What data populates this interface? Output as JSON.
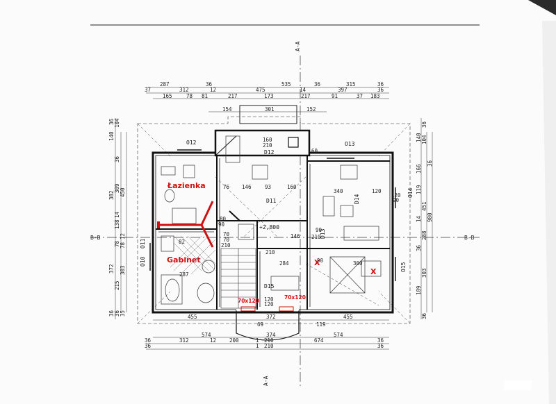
{
  "sections": {
    "aa_top": "A-A",
    "aa_bottom": "A-A",
    "bb_left": "B-B",
    "bb_right": "B-B"
  },
  "rooms": {
    "lazienka": "Łazienka",
    "gabinet": "Gabinet",
    "window_left": "70x120",
    "window_right": "70x120",
    "x_mark": "X",
    "o12": "O12",
    "o13": "O13",
    "d12": "D12",
    "d11": "D11",
    "d13": "D13",
    "d14": "D14",
    "d15": "D15",
    "o10": "O10",
    "o11": "O11",
    "o14": "O14",
    "o15": "O15",
    "level": "+2,800"
  },
  "dims_top": {
    "row1": [
      "287",
      "36",
      "535",
      "36",
      "315",
      "36"
    ],
    "row2": [
      "37",
      "312",
      "12",
      "475",
      "14",
      "397",
      "36"
    ],
    "row3": [
      "165",
      "78",
      "81",
      "217",
      "173",
      "217",
      "91",
      "37",
      "183"
    ],
    "row4": [
      "154",
      "301",
      "152"
    ]
  },
  "dims_bottom": {
    "row1": [
      "455",
      "372",
      "455"
    ],
    "row2": [
      "574",
      "374",
      "574"
    ],
    "row3": [
      "36",
      "312",
      "12",
      "200",
      "1",
      "210",
      "674",
      "36"
    ],
    "row4": [
      "36",
      "1",
      "210",
      "36"
    ]
  },
  "dims_left": [
    "36",
    "140",
    "104",
    "36",
    "382",
    "309",
    "450",
    "14",
    "138",
    "12",
    "78",
    "78",
    "372",
    "303",
    "215",
    "36",
    "36",
    "35"
  ],
  "dims_right": [
    "36",
    "140",
    "104",
    "36",
    "166",
    "119",
    "451",
    "14",
    "288",
    "980",
    "36",
    "303",
    "189",
    "36"
  ],
  "dims_inner": [
    "76",
    "146",
    "93",
    "160",
    "340",
    "120",
    "120",
    "90",
    "146",
    "82",
    "287",
    "284",
    "300",
    "210",
    "160",
    "210",
    "60",
    "90",
    "210",
    "119",
    "69",
    "120",
    "120",
    "70",
    "70",
    "80",
    "90",
    "210",
    "90"
  ]
}
